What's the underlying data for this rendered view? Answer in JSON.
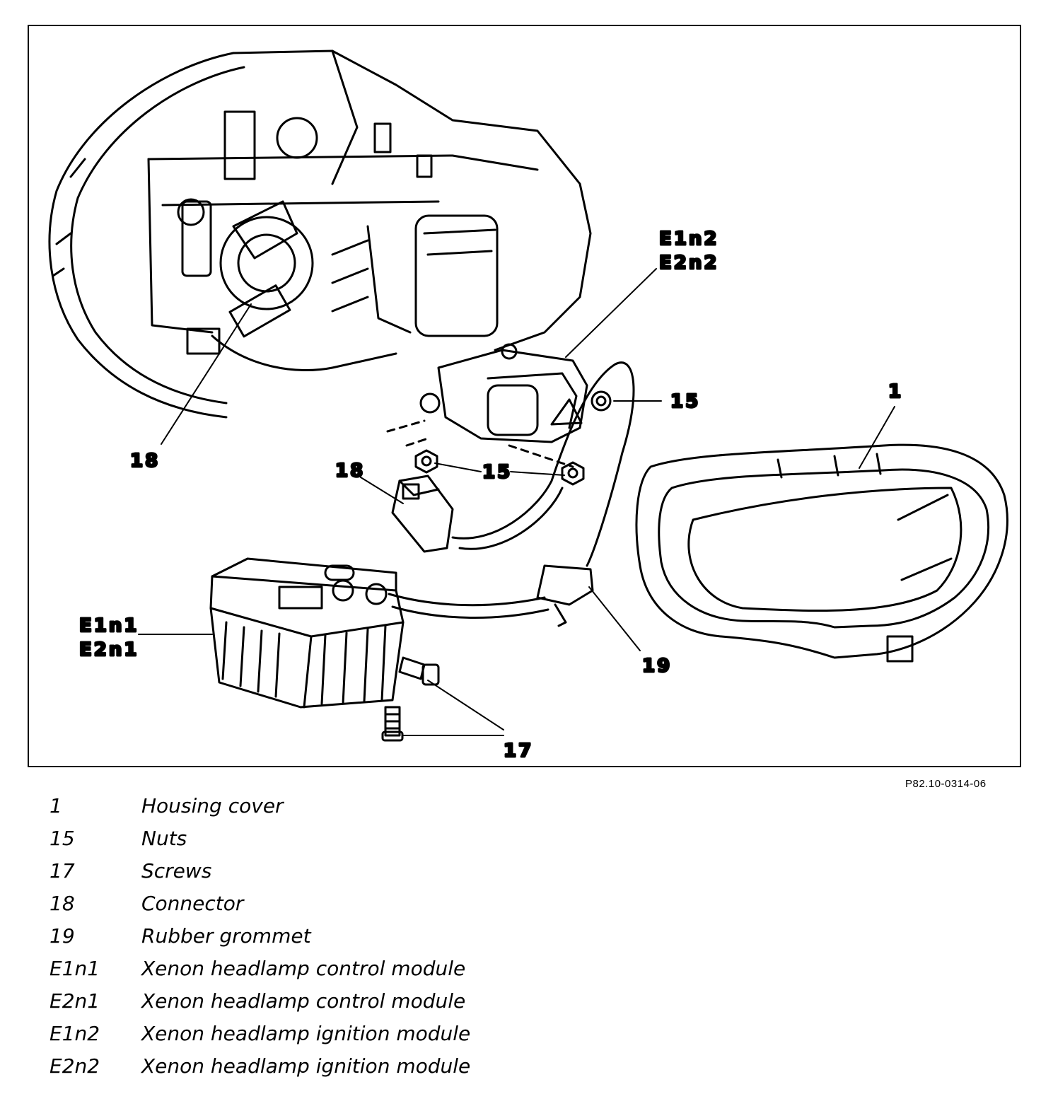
{
  "callouts": {
    "e1n2": "E1n2",
    "e2n2": "E2n2",
    "c15a": "15",
    "c1": "1",
    "c18a": "18",
    "c18b": "18",
    "c15b": "15",
    "e1n1": "E1n1",
    "e2n1": "E2n1",
    "c19": "19",
    "c17": "17"
  },
  "figure_code": "P82.10-0314-06",
  "legend": [
    {
      "key": "1",
      "desc": "Housing cover"
    },
    {
      "key": "15",
      "desc": "Nuts"
    },
    {
      "key": "17",
      "desc": "Screws"
    },
    {
      "key": "18",
      "desc": "Connector"
    },
    {
      "key": "19",
      "desc": "Rubber grommet"
    },
    {
      "key": "E1n1",
      "desc": "Xenon headlamp control module"
    },
    {
      "key": "E2n1",
      "desc": "Xenon headlamp control module"
    },
    {
      "key": "E1n2",
      "desc": "Xenon headlamp ignition module"
    },
    {
      "key": "E2n2",
      "desc": "Xenon headlamp ignition module"
    }
  ]
}
